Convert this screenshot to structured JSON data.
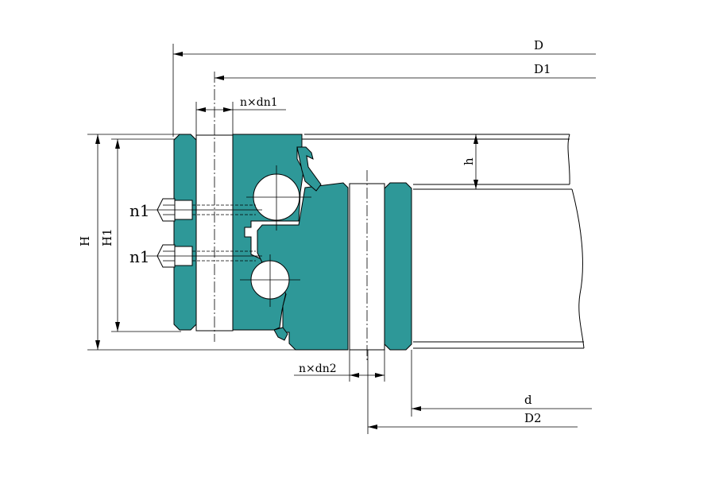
{
  "colors": {
    "fill": "#2e9898",
    "line": "#000000",
    "background": "#ffffff"
  },
  "labels": {
    "D": "D",
    "D1": "D1",
    "n_d_n1": "n×dn1",
    "h": "h",
    "H": "H",
    "H1": "H1",
    "n1_top": "n1",
    "n1_bottom": "n1",
    "n_d_n2": "n×dn2",
    "d": "d",
    "D2": "D2"
  }
}
